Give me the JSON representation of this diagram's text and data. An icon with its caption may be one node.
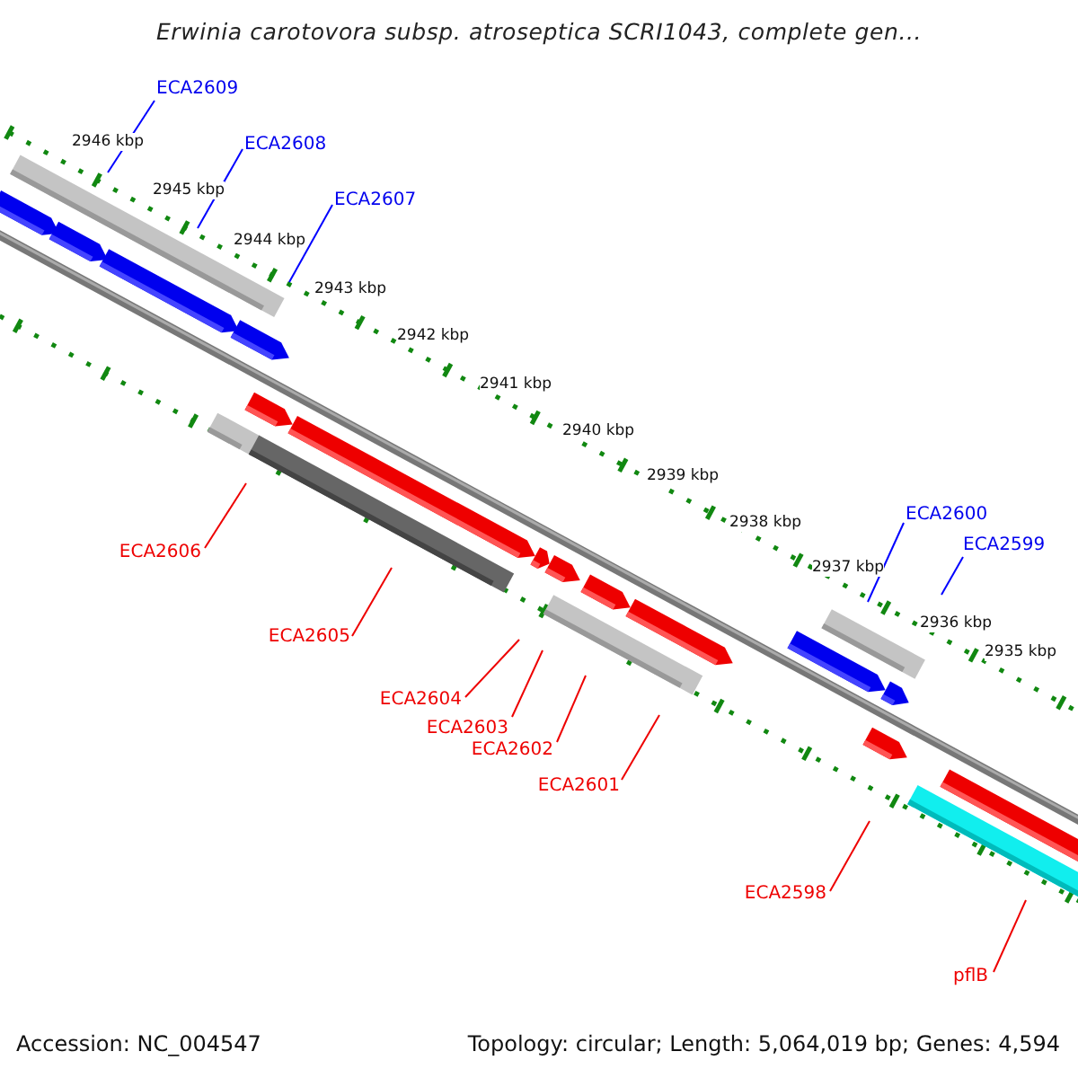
{
  "diagram": {
    "title": "Erwinia carotovora subsp. atroseptica SCRI1043, complete gen...",
    "nodes": [
      {
        "text": [
          "ECA2609"
        ]
      },
      {
        "text": [
          "ECA2608"
        ]
      },
      {
        "text": [
          "ECA2607"
        ]
      },
      {
        "text": [
          "ECA2606"
        ]
      },
      {
        "text": [
          "ECA2605"
        ]
      },
      {
        "text": [
          "ECA2604"
        ]
      },
      {
        "text": [
          "ECA2603"
        ]
      },
      {
        "text": [
          "ECA2602"
        ]
      },
      {
        "text": [
          "ECA2601"
        ]
      },
      {
        "text": [
          "ECA2600"
        ]
      },
      {
        "text": [
          "ECA2599"
        ]
      },
      {
        "text": [
          "ECA2598"
        ]
      },
      {
        "text": [
          "pflB"
        ]
      }
    ],
    "edges": [
      {
        "from": 0,
        "to": null,
        "arrow": "none",
        "color": "#0000ff"
      },
      {
        "from": 1,
        "to": null,
        "arrow": "none",
        "color": "#0000ff"
      },
      {
        "from": 2,
        "to": null,
        "arrow": "none",
        "color": "#0000ff"
      },
      {
        "from": 3,
        "to": null,
        "arrow": "none"
      },
      {
        "from": 4,
        "to": null,
        "arrow": "none"
      },
      {
        "from": 5,
        "to": null,
        "arrow": "none"
      },
      {
        "from": 6,
        "to": null,
        "arrow": "none"
      },
      {
        "from": 7,
        "to": null,
        "arrow": "none"
      },
      {
        "from": 8,
        "to": null,
        "arrow": "none"
      },
      {
        "from": 9,
        "to": null,
        "arrow": "none",
        "color": "#0000ff"
      },
      {
        "from": 10,
        "to": null,
        "arrow": "none",
        "color": "#0000ff"
      },
      {
        "from": 11,
        "to": null,
        "arrow": "none"
      },
      {
        "from": 12,
        "to": null,
        "arrow": "none"
      }
    ],
    "labels": [
      "2946 kbp",
      "2945 kbp",
      "2944 kbp",
      "2943 kbp",
      "2942 kbp",
      "2941 kbp",
      "2940 kbp",
      "2939 kbp",
      "2938 kbp",
      "2937 kbp",
      "2936 kbp",
      "2935 kbp",
      "Accession: NC_004547",
      "Topology: circular; Length: 5,064,019 bp; Genes: 4,594"
    ]
  }
}
